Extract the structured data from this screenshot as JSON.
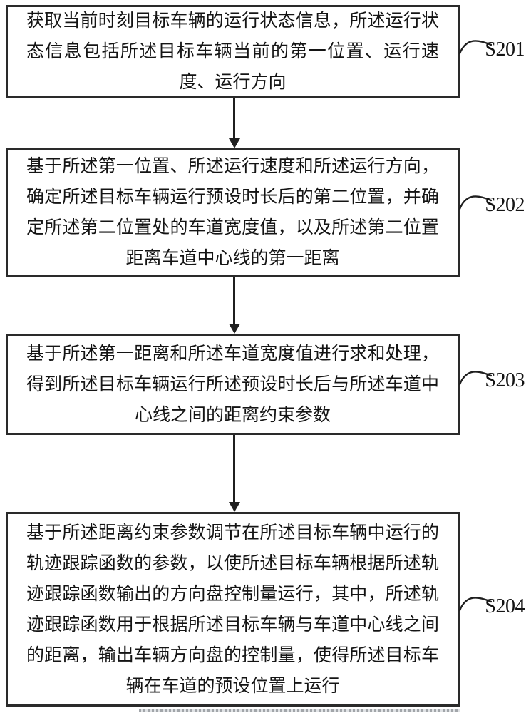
{
  "colors": {
    "paper": "#ffffff",
    "ink": "#1f1f1f",
    "box_border": "#2a2a2a"
  },
  "figure": {
    "type": "flowchart",
    "steps": [
      {
        "label": "S201",
        "lines": [
          "获取当前时刻目标车辆的运行状态信息，所述运行状",
          "态信息包括所述目标车辆当前的第一位置、运行速",
          "度、运行方向"
        ]
      },
      {
        "label": "S202",
        "lines": [
          "基于所述第一位置、所述运行速度和所述运行方向，",
          "确定所述目标车辆运行预设时长后的第二位置，并确",
          "定所述第二位置处的车道宽度值，以及所述第二位置",
          "距离车道中心线的第一距离"
        ]
      },
      {
        "label": "S203",
        "lines": [
          "基于所述第一距离和所述车道宽度值进行求和处理，",
          "得到所述目标车辆运行所述预设时长后与所述车道中",
          "心线之间的距离约束参数"
        ]
      },
      {
        "label": "S204",
        "lines": [
          "基于所述距离约束参数调节在所述目标车辆中运行的",
          "轨迹跟踪函数的参数，以使所述目标车辆根据所述轨",
          "迹跟踪函数输出的方向盘控制量运行，其中，所述轨",
          "迹跟踪函数用于根据所述目标车辆与车道中心线之间",
          "的距离，输出车辆方向盘的控制量，使得所述目标车",
          "辆在车道的预设位置上运行"
        ]
      }
    ]
  }
}
